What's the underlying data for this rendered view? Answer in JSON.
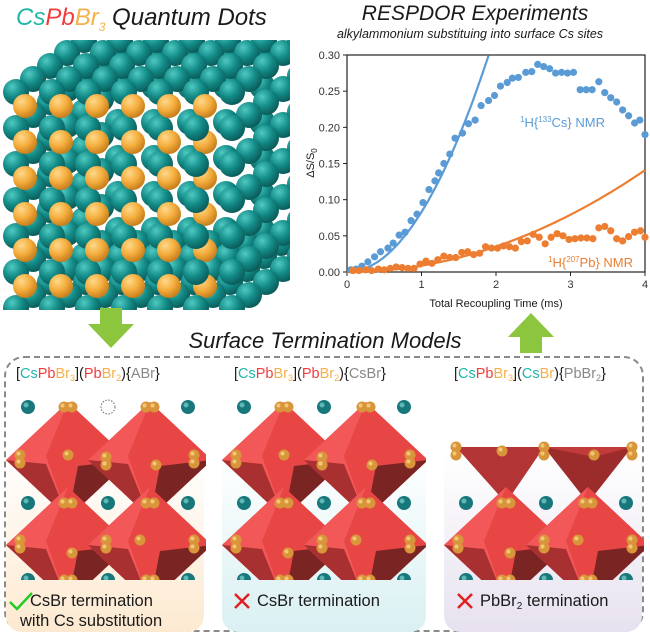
{
  "left_header": {
    "formula_parts": {
      "cs": "Cs",
      "pb": "Pb",
      "br": "Br",
      "sub": "3"
    },
    "suffix": " Quantum Dots"
  },
  "right_header": {
    "title": "RESPDOR Experiments",
    "subtitle": "alkylammonium substituing into surface Cs sites"
  },
  "colors": {
    "cs_teal": "#1fb6a8",
    "pb_red": "#f23b3b",
    "br_orange": "#f6b04a",
    "series_cs": "#5b9bd5",
    "series_pb": "#ed7d31",
    "arrow_green": "#8cc63f",
    "check_green": "#22cc22",
    "cross_red": "#e02020",
    "panel1_bg": "#fdf0e0",
    "panel2_bg": "#e3f3f5",
    "panel3_bg": "#eeeaf3"
  },
  "chart_data": {
    "type": "scatter",
    "title": "RESPDOR Experiments",
    "subtitle": "alkylammonium substituing into surface Cs sites",
    "xlabel": "Total Recoupling Time (ms)",
    "ylabel": "ΔS/S0",
    "xlim": [
      0,
      4
    ],
    "ylim": [
      0,
      0.3
    ],
    "xticks": [
      "0",
      "1",
      "2",
      "3",
      "4"
    ],
    "yticks": [
      "0.00",
      "0.05",
      "0.10",
      "0.15",
      "0.20",
      "0.25",
      "0.30"
    ],
    "grid": false,
    "series": [
      {
        "name": "1H{133Cs} NMR",
        "color": "#5b9bd5",
        "points": [
          [
            0.05,
            0.003
          ],
          [
            0.12,
            0.004
          ],
          [
            0.2,
            0.008
          ],
          [
            0.28,
            0.014
          ],
          [
            0.37,
            0.021
          ],
          [
            0.45,
            0.028
          ],
          [
            0.55,
            0.033
          ],
          [
            0.62,
            0.04
          ],
          [
            0.7,
            0.051
          ],
          [
            0.78,
            0.055
          ],
          [
            0.86,
            0.071
          ],
          [
            0.94,
            0.08
          ],
          [
            1.02,
            0.096
          ],
          [
            1.1,
            0.114
          ],
          [
            1.18,
            0.126
          ],
          [
            1.23,
            0.137
          ],
          [
            1.3,
            0.15
          ],
          [
            1.38,
            0.163
          ],
          [
            1.45,
            0.185
          ],
          [
            1.55,
            0.192
          ],
          [
            1.63,
            0.205
          ],
          [
            1.72,
            0.21
          ],
          [
            1.8,
            0.23
          ],
          [
            1.9,
            0.237
          ],
          [
            1.98,
            0.244
          ],
          [
            2.06,
            0.257
          ],
          [
            2.15,
            0.262
          ],
          [
            2.22,
            0.268
          ],
          [
            2.3,
            0.269
          ],
          [
            2.4,
            0.276
          ],
          [
            2.48,
            0.277
          ],
          [
            2.56,
            0.287
          ],
          [
            2.64,
            0.284
          ],
          [
            2.72,
            0.281
          ],
          [
            2.8,
            0.275
          ],
          [
            2.88,
            0.276
          ],
          [
            2.96,
            0.275
          ],
          [
            3.04,
            0.276
          ],
          [
            3.13,
            0.252
          ],
          [
            3.21,
            0.252
          ],
          [
            3.29,
            0.252
          ],
          [
            3.38,
            0.263
          ],
          [
            3.46,
            0.248
          ],
          [
            3.54,
            0.241
          ],
          [
            3.62,
            0.235
          ],
          [
            3.7,
            0.224
          ],
          [
            3.78,
            0.216
          ],
          [
            3.86,
            0.206
          ],
          [
            3.93,
            0.21
          ],
          [
            4.0,
            0.19
          ]
        ],
        "fit": "quadratic-like rising curve, exits top at ~1.9 ms",
        "label": "1H{133Cs} NMR"
      },
      {
        "name": "1H{207Pb} NMR",
        "color": "#ed7d31",
        "points": [
          [
            0.08,
            0.002
          ],
          [
            0.16,
            0.002
          ],
          [
            0.25,
            0.003
          ],
          [
            0.33,
            0.002
          ],
          [
            0.42,
            0.004
          ],
          [
            0.5,
            0.003
          ],
          [
            0.58,
            0.005
          ],
          [
            0.66,
            0.007
          ],
          [
            0.74,
            0.006
          ],
          [
            0.82,
            0.005
          ],
          [
            0.9,
            0.005
          ],
          [
            0.98,
            0.011
          ],
          [
            1.06,
            0.015
          ],
          [
            1.14,
            0.012
          ],
          [
            1.22,
            0.017
          ],
          [
            1.3,
            0.022
          ],
          [
            1.38,
            0.02
          ],
          [
            1.46,
            0.02
          ],
          [
            1.54,
            0.027
          ],
          [
            1.62,
            0.028
          ],
          [
            1.7,
            0.024
          ],
          [
            1.78,
            0.026
          ],
          [
            1.86,
            0.035
          ],
          [
            1.94,
            0.033
          ],
          [
            2.02,
            0.033
          ],
          [
            2.1,
            0.036
          ],
          [
            2.18,
            0.035
          ],
          [
            2.26,
            0.033
          ],
          [
            2.34,
            0.042
          ],
          [
            2.42,
            0.043
          ],
          [
            2.5,
            0.052
          ],
          [
            2.58,
            0.048
          ],
          [
            2.66,
            0.039
          ],
          [
            2.74,
            0.048
          ],
          [
            2.82,
            0.053
          ],
          [
            2.9,
            0.05
          ],
          [
            2.98,
            0.045
          ],
          [
            3.06,
            0.046
          ],
          [
            3.14,
            0.047
          ],
          [
            3.22,
            0.047
          ],
          [
            3.3,
            0.046
          ],
          [
            3.38,
            0.061
          ],
          [
            3.46,
            0.063
          ],
          [
            3.54,
            0.057
          ],
          [
            3.62,
            0.046
          ],
          [
            3.7,
            0.043
          ],
          [
            3.78,
            0.049
          ],
          [
            3.86,
            0.055
          ],
          [
            3.94,
            0.057
          ],
          [
            4.0,
            0.048
          ]
        ],
        "fit": "slow rising curve reaching ~0.14 at 4 ms",
        "label": "1H{207Pb} NMR"
      }
    ]
  },
  "chart_labels": {
    "cs_label_pre": "1",
    "cs_label_mid": "H{",
    "cs_label_iso": "133",
    "cs_label_post": "Cs} NMR",
    "pb_label_pre": "1",
    "pb_label_mid": "H{",
    "pb_label_iso": "207",
    "pb_label_post": "Pb} NMR",
    "xlabel": "Total Recoupling Time (ms)",
    "ylabel_main": "ΔS/S",
    "ylabel_sub": "0",
    "yticks": [
      "0.30",
      "0.25",
      "0.20",
      "0.15",
      "0.10",
      "0.05",
      "0.00"
    ],
    "xticks": [
      "0",
      "1",
      "2",
      "3",
      "4"
    ]
  },
  "section_title": "Surface Termination Models",
  "models": [
    {
      "formula": {
        "core": [
          "Cs",
          "Pb",
          "Br",
          "3"
        ],
        "shell": [
          "Pb",
          "Br",
          "2"
        ],
        "surface": "ABr"
      },
      "verdict_icon": "check-icon",
      "verdict_line1": "CsBr termination",
      "verdict_line2": "with Cs substitution"
    },
    {
      "formula": {
        "core": [
          "Cs",
          "Pb",
          "Br",
          "3"
        ],
        "shell": [
          "Pb",
          "Br",
          "2"
        ],
        "surface": "CsBr"
      },
      "verdict_icon": "cross-icon",
      "verdict_line1": "CsBr termination"
    },
    {
      "formula": {
        "core": [
          "Cs",
          "Pb",
          "Br",
          "3"
        ],
        "shell": [
          "Cs",
          "Br"
        ],
        "surface_main": "PbBr",
        "surface_sub": "2"
      },
      "verdict_icon": "cross-icon",
      "verdict_main": "PbBr",
      "verdict_sub": "2",
      "verdict_tail": " termination"
    }
  ]
}
